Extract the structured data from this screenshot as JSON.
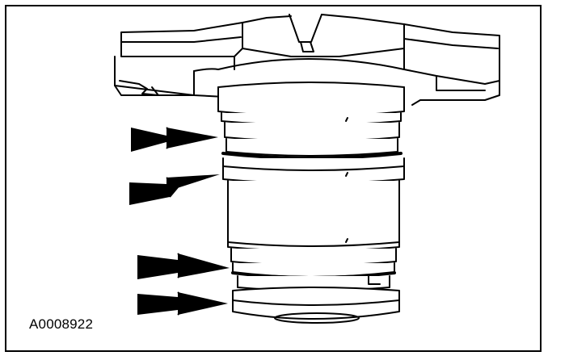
{
  "figure": {
    "reference_code": "A0008922",
    "callout_arrows": [
      {
        "name": "arrow-upper-groove"
      },
      {
        "name": "arrow-upper-band"
      },
      {
        "name": "arrow-lower-groove"
      },
      {
        "name": "arrow-bottom-flange"
      }
    ],
    "colors": {
      "ink": "#000000",
      "paper": "#ffffff"
    }
  }
}
